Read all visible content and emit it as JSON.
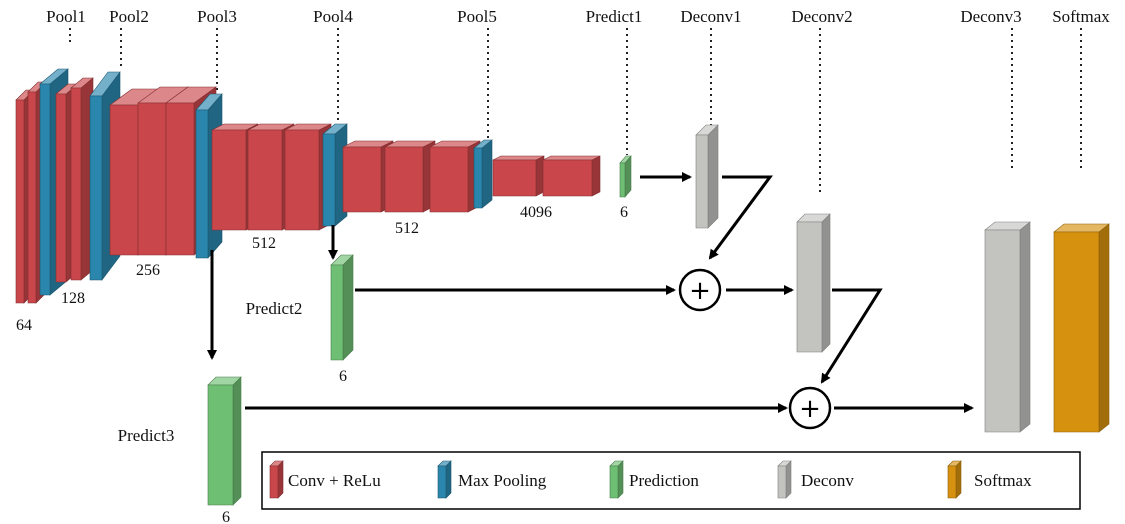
{
  "layers": {
    "pool1": "Pool1",
    "pool2": "Pool2",
    "pool3": "Pool3",
    "pool4": "Pool4",
    "pool5": "Pool5",
    "predict1": "Predict1",
    "deconv1": "Deconv1",
    "deconv2": "Deconv2",
    "deconv3": "Deconv3",
    "softmax": "Softmax",
    "predict2": "Predict2",
    "predict3": "Predict3"
  },
  "channels": {
    "c64": "64",
    "c128": "128",
    "c256": "256",
    "c512a": "512",
    "c512b": "512",
    "c4096": "4096",
    "p1": "6",
    "p2": "6",
    "p3": "6"
  },
  "sum_symbol": "+",
  "legend": {
    "conv": "Conv + ReLu",
    "pool": "Max Pooling",
    "pred": "Prediction",
    "deconv": "Deconv",
    "softmax": "Softmax"
  },
  "colors": {
    "conv": "#c9474a",
    "pool": "#2a86ad",
    "prediction": "#6ebf73",
    "deconv": "#c3c3c0",
    "softmax": "#d6920f"
  }
}
